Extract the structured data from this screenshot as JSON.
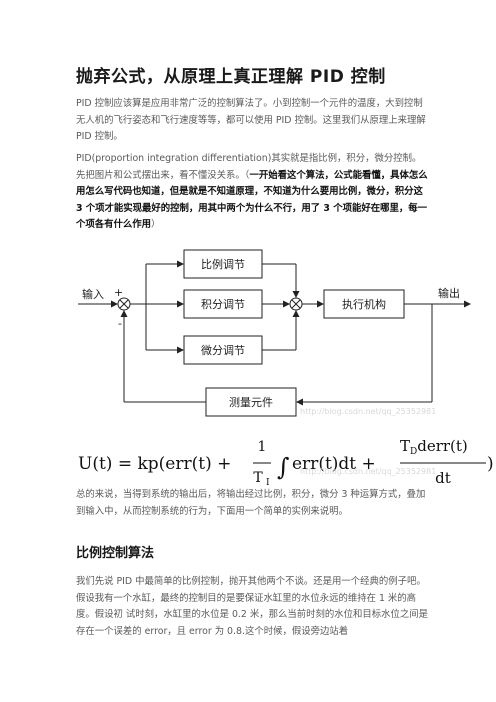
{
  "title": "抛弃公式，从原理上真正理解 PID 控制",
  "intro": "PID 控制应该算是应用非常广泛的控制算法了。小到控制一个元件的温度，大到控制无人机的飞行姿态和飞行速度等等，都可以使用 PID 控制。这里我们从原理上来理解 PID 控制。",
  "pid_para": {
    "normal": "PID(proportion integration differentiation)其实就是指比例，积分，微分控制。先把图片和公式摆出来，看不懂没关系。（",
    "bold": "一开始看这个算法，公式能看懂，具体怎么用怎么写代码也知道，但是就是不知道原理，不知道为什么要用比例，微分，积分这 3 个项才能实现最好的控制，用其中两个为什么不行，用了 3 个项能好在哪里，每一个项各有什么作用",
    "end": "）"
  },
  "diagram": {
    "input_label": "输入",
    "output_label": "输出",
    "plus_sign": "+",
    "minus_sign": "-",
    "p_block": "比例调节",
    "i_block": "积分调节",
    "d_block": "微分调节",
    "actuator": "执行机构",
    "sensor": "测量元件",
    "watermark": "http://blog.csdn.net/qq_25352981"
  },
  "formula": {
    "lhs": "U(t) = kp(err(t) +",
    "frac1_num": "1",
    "frac1_den": "T",
    "frac1_den_sub": "I",
    "integral": "∫",
    "mid": "err(t)dt +",
    "frac2_num": "T",
    "frac2_num_sub": "D",
    "frac2_num_rest": "derr(t)",
    "frac2_den": "dt",
    "close": ")",
    "watermark": "http://blog.csdn.net/qq_25352981"
  },
  "summary": "总的来说，当得到系统的输出后，将输出经过比例，积分，微分 3 种运算方式，叠加到输入中，从而控制系统的行为，下面用一个简单的实例来说明。",
  "section_heading": "比例控制算法",
  "example": "我们先说 PID 中最简单的比例控制，抛开其他两个不谈。还是用一个经典的例子吧。假设我有一个水缸，最终的控制目的是要保证水缸里的水位永远的维持在 1 米的高度。假设初 试时刻，水缸里的水位是 0.2 米，那么当前时刻的水位和目标水位之间是存在一个误差的 error，且 error 为 0.8.这个时候，假设旁边站着"
}
